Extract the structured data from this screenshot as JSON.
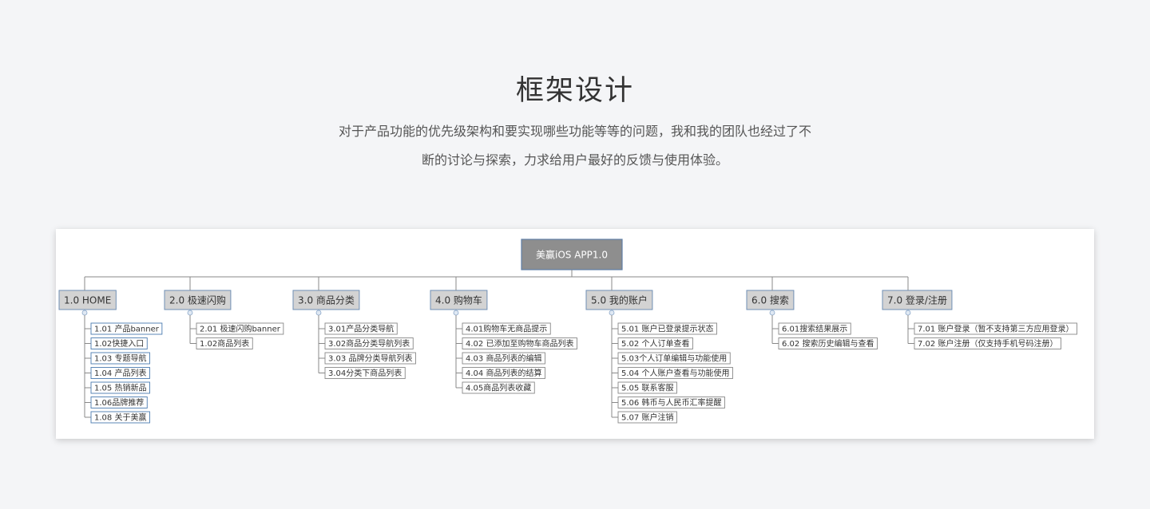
{
  "page": {
    "title": "框架设计",
    "intro_line1": "对于产品功能的优先级架构和要实现哪些功能等等的问题，我和我的团队也经过了不",
    "intro_line2": "断的讨论与探索，力求给用户最好的反馈与使用体验。"
  },
  "diagram": {
    "root": "美赢iOS APP1.0",
    "branches": [
      {
        "label": "1.0 HOME",
        "items": [
          "1.01 产品banner",
          "1.02快捷入口",
          "1.03 专题导航",
          "1.04 产品列表",
          "1.05 热销新品",
          "1.06品牌推荐",
          "1.08 关于美赢"
        ]
      },
      {
        "label": "2.0 极速闪购",
        "items": [
          "2.01 极速闪购banner",
          "1.02商品列表"
        ]
      },
      {
        "label": "3.0  商品分类",
        "items": [
          "3.01产品分类导航",
          "3.02商品分类导航列表",
          "3.03 品牌分类导航列表",
          "3.04分类下商品列表"
        ]
      },
      {
        "label": "4.0 购物车",
        "items": [
          "4.01购物车无商品提示",
          "4.02 已添加至购物车商品列表",
          "4.03 商品列表的编辑",
          "4.04 商品列表的结算",
          "4.05商品列表收藏"
        ]
      },
      {
        "label": "5.0 我的账户",
        "items": [
          "5.01 账户已登录提示状态",
          "5.02 个人订单查看",
          "5.03个人订单编辑与功能使用",
          "5.04 个人账户查看与功能使用",
          "5.05 联系客服",
          "5.06 韩币与人民币汇率提醒",
          "5.07 账户注销"
        ]
      },
      {
        "label": "6.0 搜索",
        "items": [
          "6.01搜索结果展示",
          "6.02 搜索历史编辑与查看"
        ]
      },
      {
        "label": "7.0 登录/注册",
        "items": [
          "7.01 账户登录（暂不支持第三方应用登录）",
          "7.02 账户注册（仅支持手机号码注册）"
        ]
      }
    ]
  },
  "colors": {
    "root_fill": "#8e8e8e",
    "root_border": "#5f7fa6",
    "branch_fill": "#d3d3d3",
    "branch_border": "#6f8fb5",
    "leaf_border_blue": "#4a7bb0",
    "leaf_border_gray": "#888888",
    "line": "#888888"
  }
}
